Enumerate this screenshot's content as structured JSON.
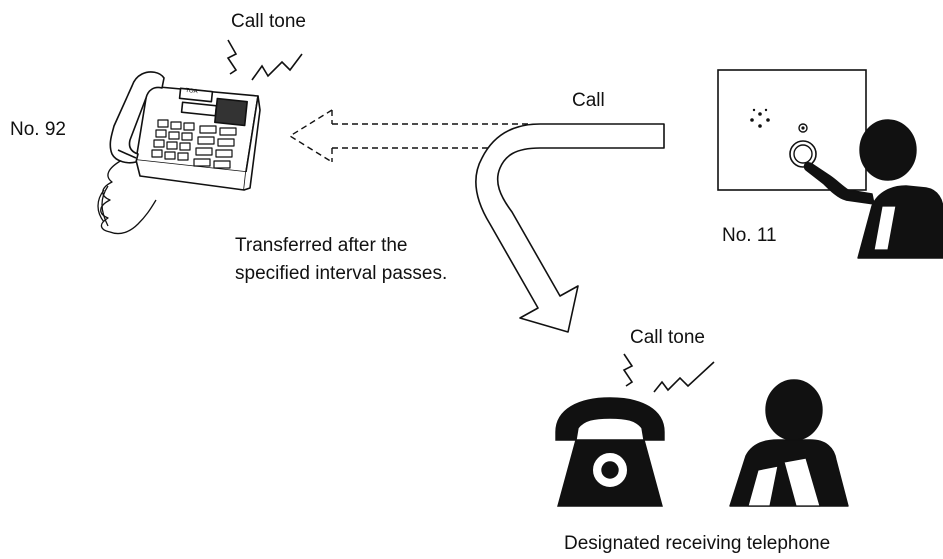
{
  "labels": {
    "call_tone_top": "Call tone",
    "no_92": "No. 92",
    "call": "Call",
    "no_11": "No. 11",
    "transferred_line1": "Transferred after the",
    "transferred_line2": "specified interval passes.",
    "call_tone_bottom": "Call tone",
    "designated": "Designated receiving telephone"
  },
  "devices": {
    "desk_phone_brand": "TOA"
  },
  "colors": {
    "ink": "#111111",
    "background": "#ffffff"
  },
  "icons": [
    "desk-telephone-icon",
    "wall-intercom-icon",
    "person-pressing-button-icon",
    "rotary-telephone-icon",
    "person-icon",
    "call-tone-zigzag-icon"
  ]
}
